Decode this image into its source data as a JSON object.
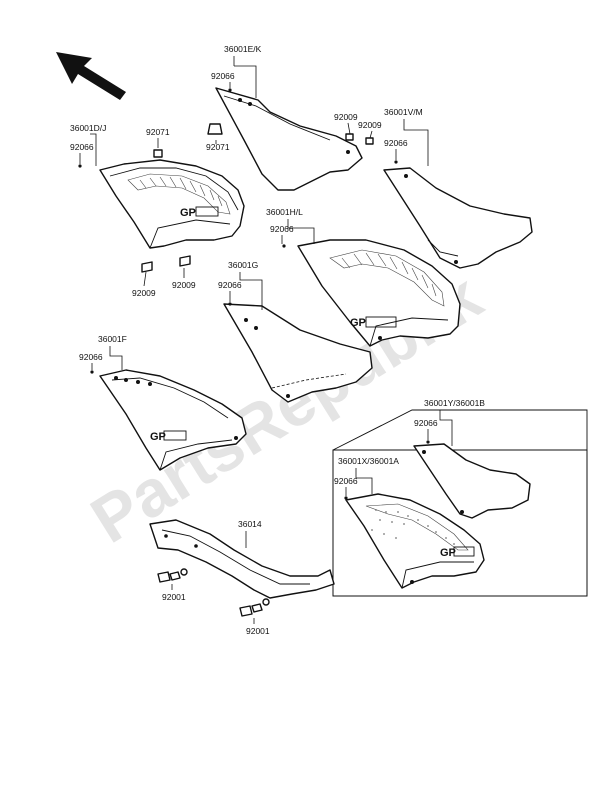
{
  "watermark": "PartsRepublik",
  "labels": {
    "part_36001EK": "36001E/K",
    "part_36001DJ": "36001D/J",
    "part_36001VM": "36001V/M",
    "part_36001HL": "36001H/L",
    "part_36001G": "36001G",
    "part_36001F": "36001F",
    "part_36001YB": "36001Y/36001B",
    "part_36001XA": "36001X/36001A",
    "part_36014": "36014",
    "p92066": "92066",
    "p92071": "92071",
    "p92009": "92009",
    "p92001": "92001"
  },
  "emblem_text": "GP"
}
